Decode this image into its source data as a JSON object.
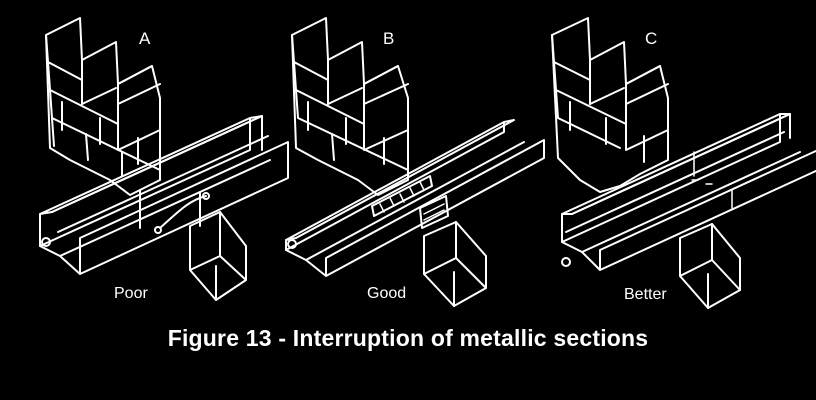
{
  "panels": [
    {
      "letter": "A",
      "rating": "Poor"
    },
    {
      "letter": "B",
      "rating": "Good"
    },
    {
      "letter": "C",
      "rating": "Better"
    }
  ],
  "caption": "Figure 13 - Interruption of metallic sections",
  "colors": {
    "background": "#000000",
    "line": "#ffffff"
  }
}
